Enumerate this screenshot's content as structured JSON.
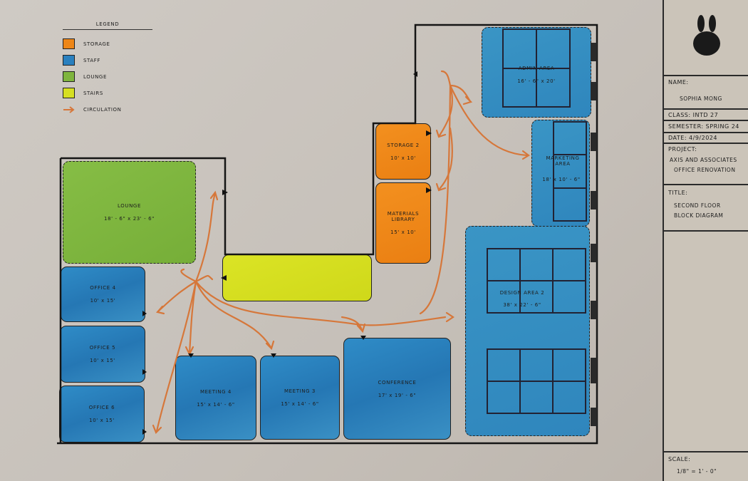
{
  "legend": {
    "title": "LEGEND",
    "items": [
      {
        "label": "STORAGE",
        "color": "#ee8617"
      },
      {
        "label": "STAFF",
        "color": "#2a80bf"
      },
      {
        "label": "LOUNGE",
        "color": "#7fb53e"
      },
      {
        "label": "STAIRS",
        "color": "#d6df22"
      },
      {
        "label": "CIRCULATION",
        "color": "#d6773a"
      }
    ]
  },
  "rooms": {
    "lounge": {
      "name": "LOUNGE",
      "size": "18' - 6\" x 23' - 6\""
    },
    "office4": {
      "name": "OFFICE 4",
      "size": "10' x 15'"
    },
    "office5": {
      "name": "OFFICE 5",
      "size": "10' x 15'"
    },
    "office6": {
      "name": "OFFICE 6",
      "size": "10' x 15'"
    },
    "meeting4": {
      "name": "MEETING 4",
      "size": "15' x 14' - 6\""
    },
    "meeting3": {
      "name": "MEETING 3",
      "size": "15' x 14' - 6\""
    },
    "conference": {
      "name": "CONFERENCE",
      "size": "17' x 19' - 6\""
    },
    "storage2": {
      "name": "STORAGE 2",
      "size": "10' x 10'"
    },
    "materials": {
      "name": "MATERIALS LIBRARY",
      "size": "15' x 10'"
    },
    "admin": {
      "name": "ADMIN AREA",
      "size": "16' - 6\" x 20'"
    },
    "marketing": {
      "name": "MARKETING AREA",
      "size": "18' x 10' - 6\""
    },
    "design2": {
      "name": "DESIGN AREA 2",
      "size": "38' x 22' - 6\""
    }
  },
  "title_block": {
    "name_label": "NAME:",
    "name": "SOPHIA MONG",
    "class": "CLASS: INTD 27",
    "semester": "SEMESTER: SPRING 24",
    "date": "DATE: 4/9/2024",
    "project_label": "PROJECT:",
    "project_line1": "AXIS AND ASSOCIATES",
    "project_line2": "OFFICE RENOVATION",
    "title_label": "TITLE:",
    "title_line1": "SECOND FLOOR",
    "title_line2": "BLOCK DIAGRAM",
    "scale_label": "SCALE:",
    "scale": "1/8\" = 1' - 0\""
  }
}
